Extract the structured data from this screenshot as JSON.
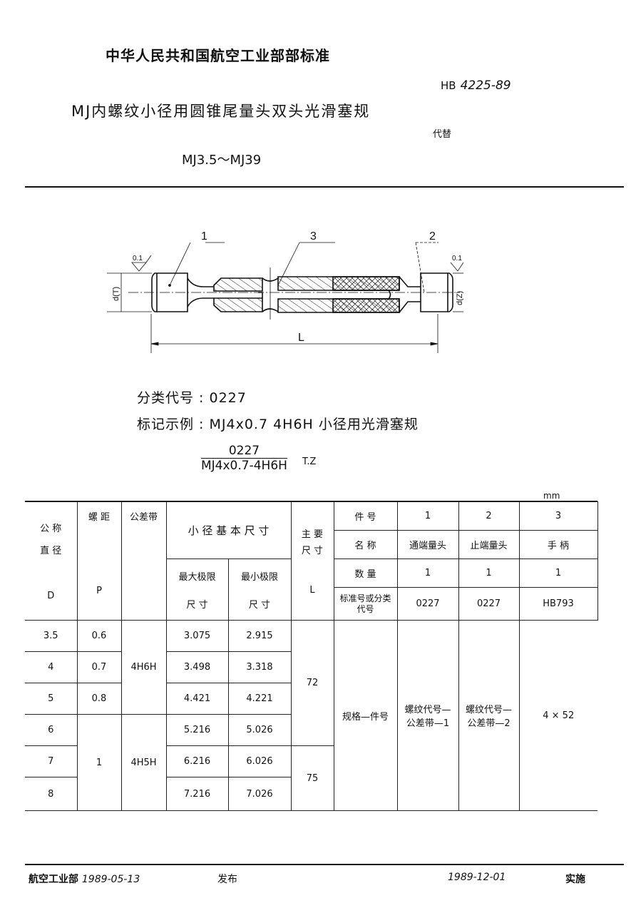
{
  "header": {
    "organization": "中华人民共和国航空工业部部标准",
    "standard_prefix": "HB",
    "standard_number": "4225-89",
    "title": "MJ内螺纹小径用圆锥尾量头双头光滑塞规",
    "replaces_label": "代替",
    "size_range": "MJ3.5～MJ39"
  },
  "drawing": {
    "part_labels": [
      "1",
      "3",
      "2"
    ],
    "length_label": "L",
    "left_diameter": "d(T)",
    "right_diameter": "d(Z)",
    "roughness_left": "0.1",
    "roughness_right": "0.1"
  },
  "classification": {
    "label": "分类代号",
    "value": "0227"
  },
  "marking": {
    "label": "标记示例",
    "text": "MJ4x0.7  4H6H  小径用光滑塞规",
    "numerator": "0227",
    "denominator": "MJ4x0.7-4H6H",
    "suffix": "T.Z"
  },
  "table": {
    "unit": "mm",
    "headers": {
      "nominal_diameter": [
        "公 称",
        "直 径",
        "D"
      ],
      "pitch": [
        "螺 距",
        "P"
      ],
      "tolerance": "公差带",
      "minor_basic": "小 径 基 本 尺 寸",
      "max_limit": [
        "最大极限",
        "尺    寸"
      ],
      "min_limit": [
        "最小极限",
        "尺    寸"
      ],
      "main_size": [
        "主 要",
        "尺 寸",
        "L"
      ],
      "part_no_label": "件  号",
      "name_label": "名  称",
      "qty_label": "数  量",
      "std_label": "标准号或分类代号"
    },
    "parts": [
      {
        "no": "1",
        "name": "通端量头",
        "qty": "1",
        "std": "0227"
      },
      {
        "no": "2",
        "name": "止端量头",
        "qty": "1",
        "std": "0227"
      },
      {
        "no": "3",
        "name": "手  柄",
        "qty": "1",
        "std": "HB793"
      }
    ],
    "rows": [
      {
        "D": "3.5",
        "max": "3.075",
        "min": "2.915"
      },
      {
        "D": "4",
        "max": "3.498",
        "min": "3.318"
      },
      {
        "D": "5",
        "max": "4.421",
        "min": "4.221"
      },
      {
        "D": "6",
        "max": "5.216",
        "min": "5.026"
      },
      {
        "D": "7",
        "max": "6.216",
        "min": "6.026"
      },
      {
        "D": "8",
        "max": "7.216",
        "min": "7.026"
      }
    ],
    "pitch_groups": [
      "0.6",
      "0.7",
      "0.8",
      "1"
    ],
    "tolerance_groups": [
      "4H6H",
      "4H5H"
    ],
    "L_groups": [
      "72",
      "75"
    ],
    "spec_part": "规格—件号",
    "part1_spec": [
      "螺纹代号—",
      "公差带—1"
    ],
    "part2_spec": [
      "螺纹代号—",
      "公差带—2"
    ],
    "part3_spec": "4 × 52"
  },
  "footer": {
    "issuer": "航空工业部",
    "issue_date": "1989-05-13",
    "issue_label": "发布",
    "effective_date": "1989-12-01",
    "effective_label": "实施"
  }
}
